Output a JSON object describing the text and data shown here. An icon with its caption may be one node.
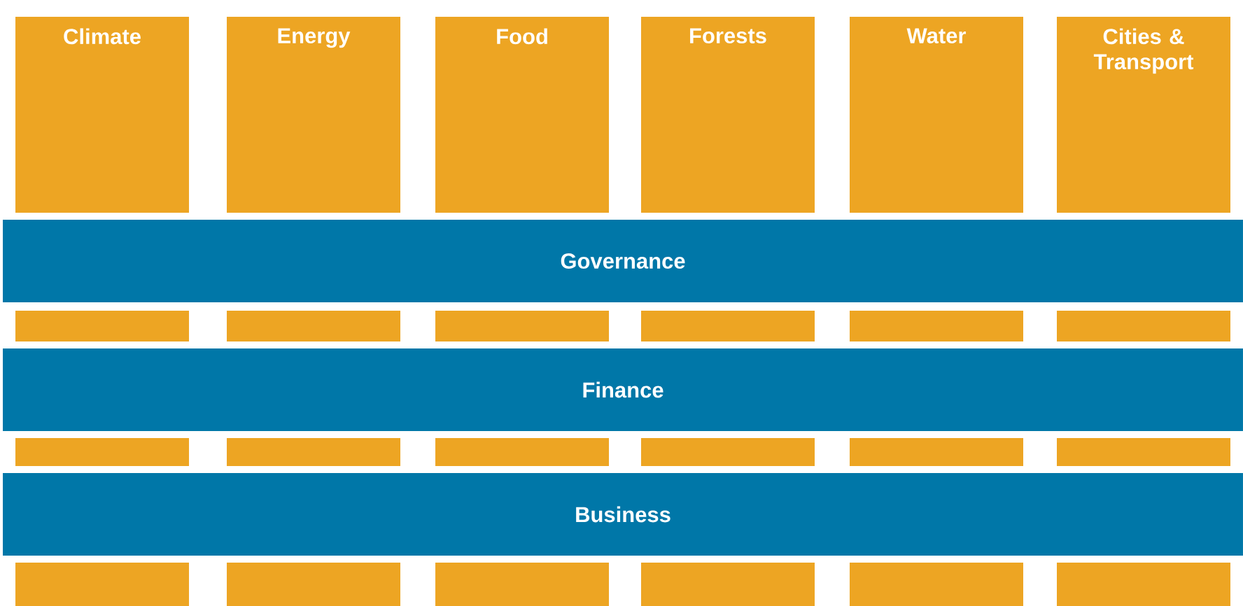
{
  "diagram": {
    "nodes": [
      {
        "text": [
          "Climate"
        ]
      },
      {
        "text": [
          "Energy"
        ]
      },
      {
        "text": [
          "Food"
        ]
      },
      {
        "text": [
          "Forests"
        ]
      },
      {
        "text": [
          "Water"
        ]
      },
      {
        "text": [
          "Cities & Transport"
        ]
      },
      {
        "text": [
          "Governance"
        ]
      },
      {
        "text": [],
        "shape": "box"
      },
      {
        "text": [],
        "shape": "box"
      },
      {
        "text": [],
        "shape": "box"
      },
      {
        "text": [],
        "shape": "box"
      },
      {
        "text": [],
        "shape": "box"
      },
      {
        "text": [],
        "shape": "box"
      },
      {
        "text": [
          "Finance"
        ]
      },
      {
        "text": [],
        "shape": "box"
      },
      {
        "text": [],
        "shape": "box"
      },
      {
        "text": [],
        "shape": "box"
      },
      {
        "text": [],
        "shape": "box"
      },
      {
        "text": [],
        "shape": "box"
      },
      {
        "text": [],
        "shape": "box"
      },
      {
        "text": [
          "Business"
        ]
      },
      {
        "text": [],
        "shape": "box"
      },
      {
        "text": [],
        "shape": "box"
      },
      {
        "text": [],
        "shape": "box"
      },
      {
        "text": [],
        "shape": "box"
      },
      {
        "text": [],
        "shape": "box"
      },
      {
        "text": [],
        "shape": "box"
      }
    ]
  }
}
